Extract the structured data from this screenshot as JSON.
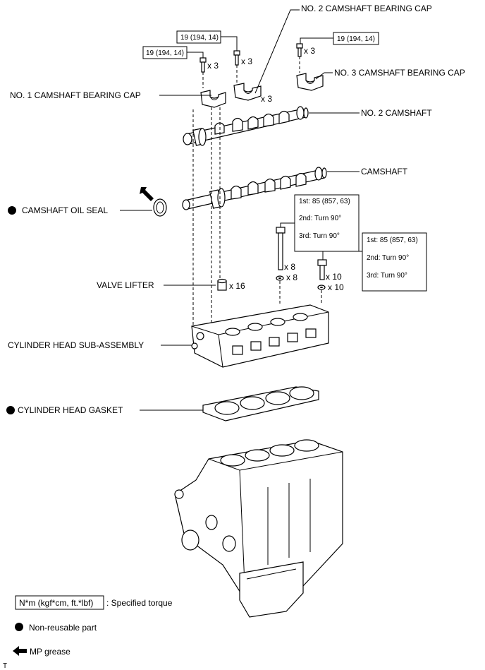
{
  "labels": {
    "no2_bearing_cap": "NO. 2 CAMSHAFT BEARING CAP",
    "no3_bearing_cap": "NO. 3 CAMSHAFT BEARING CAP",
    "no1_bearing_cap": "NO. 1 CAMSHAFT BEARING CAP",
    "no2_camshaft": "NO. 2 CAMSHAFT",
    "camshaft": "CAMSHAFT",
    "oil_seal": "CAMSHAFT OIL SEAL",
    "valve_lifter": "VALVE LIFTER",
    "head_sub_assembly": "CYLINDER HEAD SUB-ASSEMBLY",
    "head_gasket": "CYLINDER HEAD GASKET"
  },
  "torques": {
    "t1": "19 (194, 14)",
    "t2": "19 (194, 14)",
    "t3": "19 (194, 14)"
  },
  "steps_left": {
    "s1": "1st: 85 (857, 63)",
    "s2": "2nd: Turn 90°",
    "s3": "3rd: Turn 90°"
  },
  "steps_right": {
    "s1": "1st: 85 (857, 63)",
    "s2": "2nd: Turn 90°",
    "s3": "3rd: Turn 90°"
  },
  "quantities": {
    "q_no1_bolt": "x 3",
    "q_no2_bolt": "x 3",
    "q_no2_cap": "x 3",
    "q_no3_bolt": "x 3",
    "q_lifter": "x 16",
    "q_bolt8": "x 8",
    "q_washer8": "x 8",
    "q_bolt10": "x 10",
    "q_washer10": "x 10"
  },
  "legend": {
    "torque_box": "N*m (kgf*cm, ft.*lbf)",
    "torque_text": ": Specified torque",
    "nonreusable": "Non-reusable part",
    "grease": "MP grease"
  },
  "corner_mark": "T",
  "icons": [
    "non-reusable-dot-icon",
    "mp-grease-arrow-icon",
    "bolt-icon",
    "washer-icon"
  ]
}
